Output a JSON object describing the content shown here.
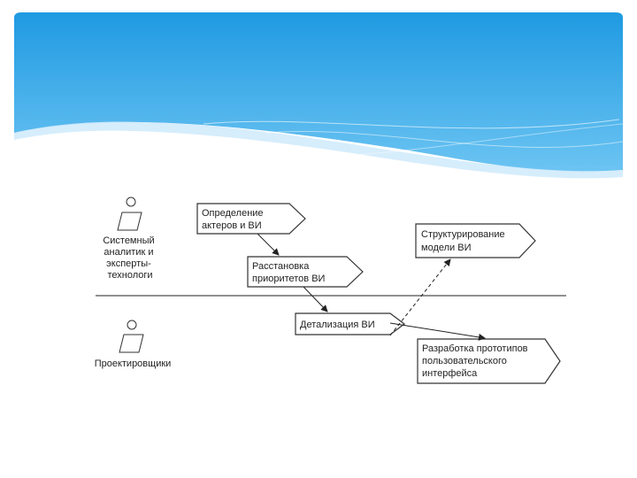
{
  "colors": {
    "banner_top": "#1f9ae2",
    "banner_bottom": "#6cc4f2",
    "wave_light": "#cfeafb",
    "line": "#222222",
    "box_stroke": "#333333"
  },
  "lanes": {
    "top_actor": {
      "label_lines": [
        "Системный",
        "аналитик и",
        "эксперты-",
        "технологи"
      ],
      "icon": "actor-icon"
    },
    "bottom_actor": {
      "label_lines": [
        "Проектировщики"
      ],
      "icon": "actor-icon"
    }
  },
  "activities": {
    "define_actors": {
      "lines": [
        "Определение",
        "актеров и ВИ"
      ]
    },
    "prioritize": {
      "lines": [
        "Расстановка",
        "приоритетов ВИ"
      ]
    },
    "detail": {
      "lines": [
        "Детализация ВИ"
      ]
    },
    "structure": {
      "lines": [
        "Структурирование",
        "модели ВИ"
      ]
    },
    "prototype": {
      "lines": [
        "Разработка прототипов",
        "пользовательского",
        "интерфейса"
      ]
    }
  }
}
